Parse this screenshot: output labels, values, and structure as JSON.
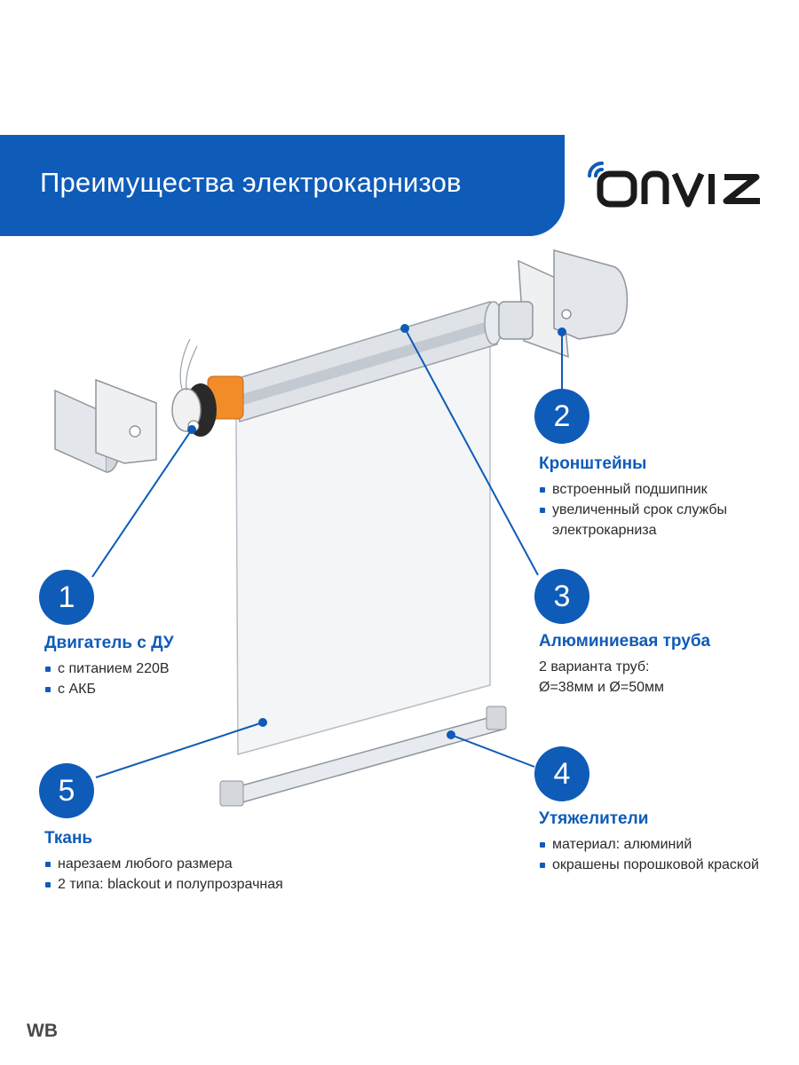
{
  "header": {
    "title": "Преимущества электрокарнизов",
    "brand": "Onviz"
  },
  "features": [
    {
      "number": "1",
      "title": "Двигатель с ДУ",
      "bullets": [
        "с питанием 220В",
        "с АКБ"
      ]
    },
    {
      "number": "2",
      "title": "Кронштейны",
      "bullets": [
        "встроенный подшипник",
        "увеличенный срок службы электрокарниза"
      ]
    },
    {
      "number": "3",
      "title": "Алюминиевая труба",
      "lines": [
        "2 варианта труб:",
        "Ø=38мм и Ø=50мм"
      ]
    },
    {
      "number": "4",
      "title": "Утяжелители",
      "bullets": [
        "материал: алюминий",
        "окрашены порошковой краской"
      ]
    },
    {
      "number": "5",
      "title": "Ткань",
      "bullets": [
        "нарезаем любого размера",
        "2 типа: blackout и полупрозрачная"
      ]
    }
  ],
  "footer": {
    "mark": "WB"
  },
  "colors": {
    "accent": "#0f5bb8",
    "text": "#2b2b2b"
  }
}
